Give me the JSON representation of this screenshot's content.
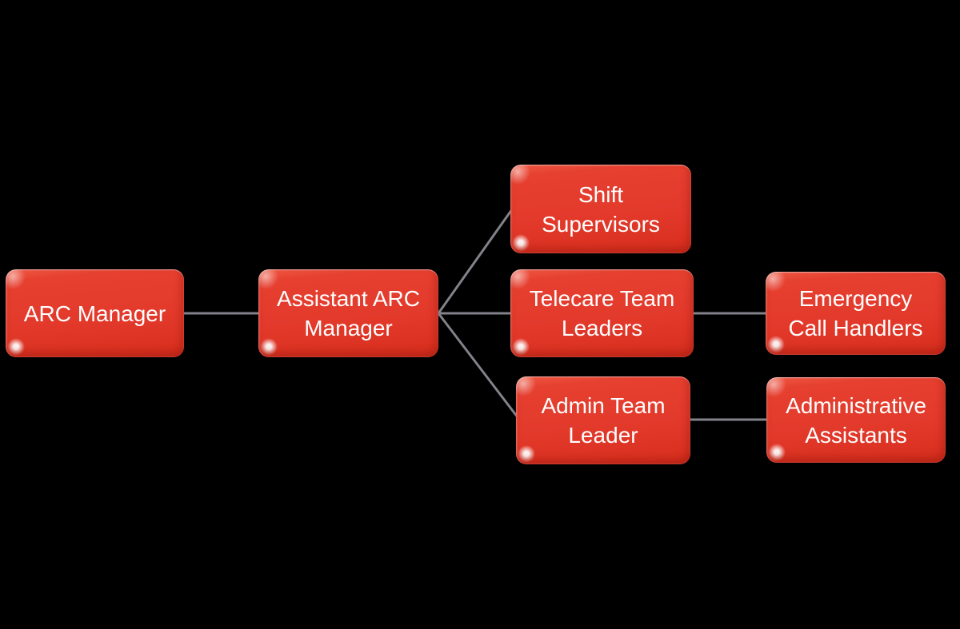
{
  "diagram_type": "org-chart",
  "background_color": "#000000",
  "colors": {
    "node_fill": "#e2392b",
    "node_fill_light": "#f05a45",
    "node_fill_dark": "#d93020",
    "node_text": "#ffffff",
    "connector": "#82828a"
  },
  "nodes": {
    "arc_manager": {
      "label": "ARC Manager"
    },
    "assistant_arc_manager": {
      "label": "Assistant ARC Manager"
    },
    "shift_supervisors": {
      "label": "Shift Supervisors"
    },
    "telecare_team_leaders": {
      "label": "Telecare Team Leaders"
    },
    "emergency_call_handlers": {
      "label": "Emergency Call Handlers"
    },
    "admin_team_leader": {
      "label": "Admin Team Leader"
    },
    "administrative_assistants": {
      "label": "Administrative Assistants"
    }
  },
  "edges": [
    {
      "from": "arc_manager",
      "to": "assistant_arc_manager"
    },
    {
      "from": "assistant_arc_manager",
      "to": "shift_supervisors"
    },
    {
      "from": "assistant_arc_manager",
      "to": "telecare_team_leaders"
    },
    {
      "from": "assistant_arc_manager",
      "to": "admin_team_leader"
    },
    {
      "from": "telecare_team_leaders",
      "to": "emergency_call_handlers"
    },
    {
      "from": "admin_team_leader",
      "to": "administrative_assistants"
    }
  ]
}
